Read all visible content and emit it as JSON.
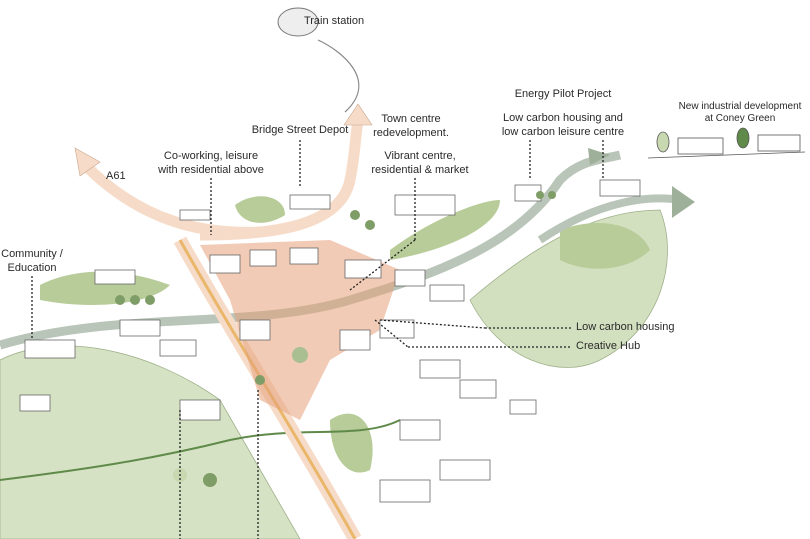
{
  "title": "Town masterplan illustrative sketch",
  "colors": {
    "road": "#f6dcc8",
    "road_edge": "#c9a48b",
    "green": "#c8d8b0",
    "green_dark": "#6d8a55",
    "grey_road": "#b9c5b8",
    "centre": "#d9875a"
  },
  "labels": {
    "train_station": "Train station",
    "bridge_street_depot": "Bridge Street Depot",
    "town_centre": [
      "Town centre",
      "redevelopment."
    ],
    "vibrant_centre": [
      "Vibrant centre,",
      "residential & market"
    ],
    "co_working": [
      "Co-working, leisure",
      "with residential above"
    ],
    "a61": "A61",
    "energy_pilot": "Energy Pilot Project",
    "low_carbon_leisure": [
      "Low carbon housing and",
      "low carbon leisure centre"
    ],
    "coney_green": [
      "New industrial development",
      "at Coney Green"
    ],
    "community": [
      "Community /",
      "Education"
    ],
    "low_carbon_housing": "Low carbon housing",
    "creative_hub": "Creative Hub"
  }
}
